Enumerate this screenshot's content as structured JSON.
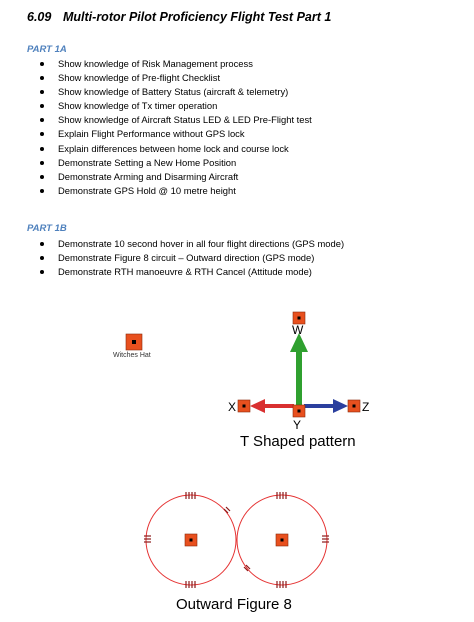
{
  "title": {
    "number": "6.09",
    "text": "Multi-rotor Pilot Proficiency Flight Test Part 1"
  },
  "part1a": {
    "heading": "PART 1A",
    "items": [
      "Show knowledge of Risk Management process",
      "Show knowledge of Pre-flight Checklist",
      "Show knowledge of Battery Status (aircraft & telemetry)",
      "Show knowledge of Tx timer operation",
      "Show knowledge of Aircraft Status LED & LED Pre-Flight test",
      "Explain Flight Performance without GPS lock",
      "Explain differences between home lock and course lock",
      "Demonstrate Setting a New Home Position",
      "Demonstrate Arming and Disarming Aircraft",
      "Demonstrate GPS Hold @ 10 metre height"
    ]
  },
  "part1b": {
    "heading": "PART 1B",
    "items": [
      "Demonstrate 10 second hover in all four flight directions (GPS mode)",
      "Demonstrate Figure 8 circuit – Outward direction (GPS mode)",
      "Demonstrate RTH manoeuvre & RTH Cancel (Attitude mode)"
    ]
  },
  "diagram": {
    "witches_hat_label": "Witches Hat",
    "labels": {
      "w": "W",
      "x": "X",
      "z": "Z",
      "y": "Y"
    },
    "t_caption": "T Shaped pattern",
    "fig8_caption": "Outward Figure 8",
    "colors": {
      "marker": "#e8501e",
      "circle": "#e53333",
      "arrow_up": "#2fa02f",
      "arrow_left": "#d93030",
      "arrow_right": "#2b3f9e"
    }
  }
}
